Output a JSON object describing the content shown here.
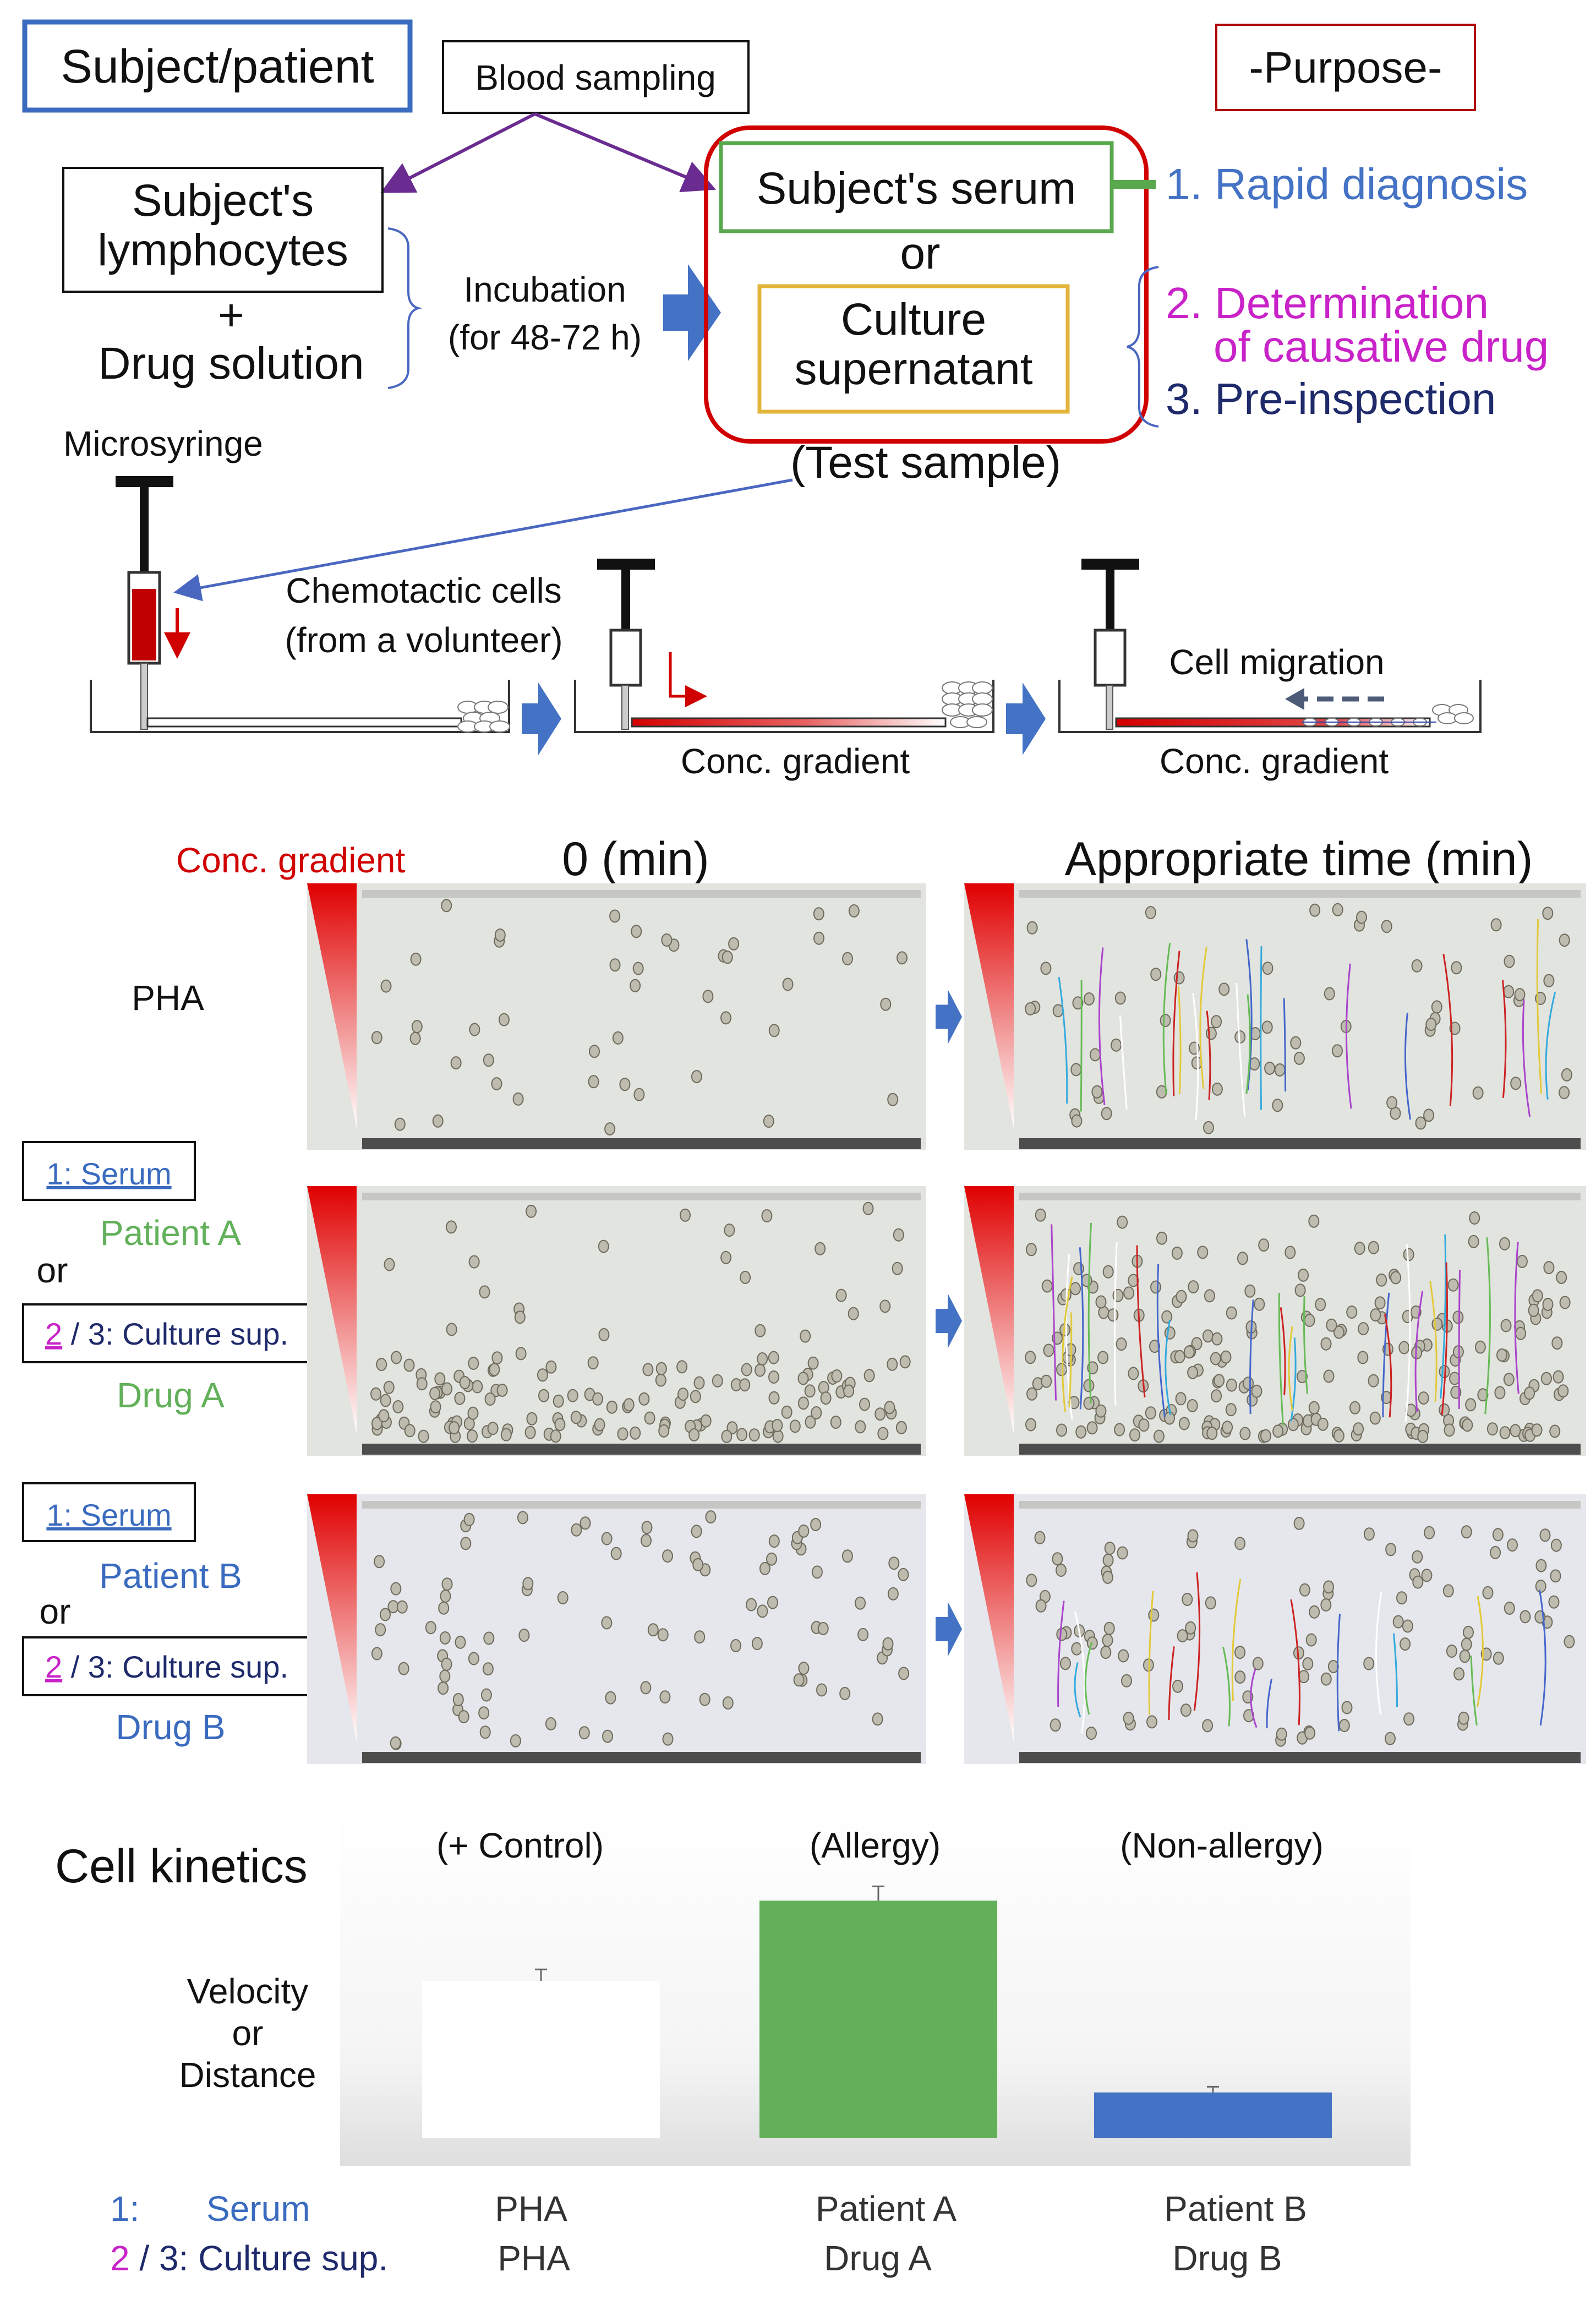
{
  "top": {
    "subject_patient": "Subject/patient",
    "blood_sampling": "Blood sampling",
    "purpose_title": "-Purpose-",
    "lymphocytes_line1": "Subject's",
    "lymphocytes_line2": "lymphocytes",
    "plus": "+",
    "drug_solution": "Drug solution",
    "incubation_line1": "Incubation",
    "incubation_line2": "(for 48-72 h)",
    "serum": "Subject's serum",
    "or": "or",
    "culture_line1": "Culture",
    "culture_line2": "supernatant",
    "test_sample": "(Test sample)",
    "purpose_1": "1. Rapid diagnosis",
    "purpose_2_line1": "2. Determination",
    "purpose_2_line2": "of causative drug",
    "purpose_3": "3. Pre-inspection",
    "microsyringe": "Microsyringe",
    "chemotactic_line1": "Chemotactic cells",
    "chemotactic_line2": "(from a volunteer)",
    "conc_gradient": "Conc. gradient",
    "cell_migration": "Cell migration"
  },
  "micro": {
    "conc_gradient": "Conc. gradient",
    "col_0": "0 (min)",
    "col_t": "Appropriate time (min)",
    "row_pha": "PHA",
    "serum_box": "1: Serum",
    "or": "or",
    "culture_box_num": "2",
    "culture_box_rest": " / 3: Culture sup.",
    "patient_a": "Patient A",
    "drug_a": "Drug A",
    "patient_b": "Patient B",
    "drug_b": "Drug B"
  },
  "chart_data": {
    "type": "bar",
    "title": "Cell kinetics",
    "ylabel_line1": "Velocity",
    "ylabel_line2": "or",
    "ylabel_line3": "Distance",
    "group_labels": [
      "(+ Control)",
      "(Allergy)",
      "(Non-allergy)"
    ],
    "row1_label_num": "1:",
    "row1_label_text": "Serum",
    "row2_label_num": "2",
    "row2_label_text": " / 3: Culture sup.",
    "row1_categories": [
      "PHA",
      "Patient A",
      "Patient B"
    ],
    "row2_categories": [
      "PHA",
      "Drug A",
      "Drug B"
    ],
    "values": [
      0.55,
      0.83,
      0.16
    ],
    "errors": [
      0.04,
      0.05,
      0.02
    ],
    "ylim": [
      0,
      1
    ],
    "colors": [
      "#ffffff",
      "#62b15a",
      "#4472c4"
    ]
  },
  "colors": {
    "blue_box": "#3a6bbf",
    "red_frame": "#c00000",
    "green": "#5aa84e",
    "gold": "#e2b43a",
    "purple_arrow": "#6a2c91",
    "purpose_blue": "#4472c4",
    "purpose_magenta": "#c822c8",
    "purpose_navy": "#1f2a6b",
    "label_green": "#62b15a",
    "label_blue": "#3a6bbf"
  }
}
